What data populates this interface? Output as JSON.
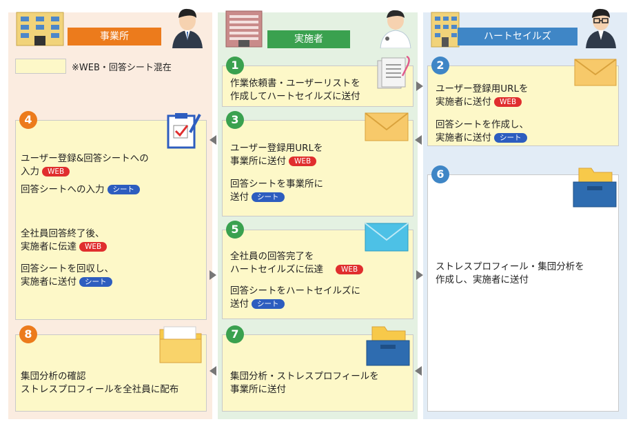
{
  "headers": {
    "office": "事業所",
    "implementer": "実施者",
    "heart_sales": "ハートセイルズ"
  },
  "legend": {
    "text": "※WEB・回答シート混在"
  },
  "badges": {
    "web": "WEB",
    "sheet": "シート"
  },
  "steps": {
    "s1": {
      "num": "1",
      "line1": "作業依頼書・ユーザーリストを",
      "line2": "作成してハートセイルズに送付"
    },
    "s2": {
      "num": "2",
      "line1": "ユーザー登録用URLを",
      "line2": "実施者に送付",
      "line3": "回答シートを作成し、",
      "line4": "実施者に送付"
    },
    "s3": {
      "num": "3",
      "line1": "ユーザー登録用URLを",
      "line2": "事業所に送付",
      "line3": "回答シートを事業所に",
      "line4": "送付"
    },
    "s4": {
      "num": "4",
      "line1": "ユーザー登録&回答シートへの",
      "line2": "入力",
      "line3": "回答シートへの入力",
      "line4": "全社員回答終了後、",
      "line5": "実施者に伝達",
      "line6": "回答シートを回収し、",
      "line7": "実施者に送付"
    },
    "s5": {
      "num": "5",
      "line1": "全社員の回答完了を",
      "line2": "ハートセイルズに伝達",
      "line3": "回答シートをハートセイルズに",
      "line4": "送付"
    },
    "s6": {
      "num": "6",
      "line1": "ストレスプロフィール・集団分析を",
      "line2": "作成し、実施者に送付"
    },
    "s7": {
      "num": "7",
      "line1": "集団分析・ストレスプロフィールを",
      "line2": "事業所に送付"
    },
    "s8": {
      "num": "8",
      "line1": "集団分析の確認",
      "line2": "ストレスプロフィールを全社員に配布"
    }
  },
  "colors": {
    "orange": "#ec7b1c",
    "green": "#3aa14f",
    "blue": "#3f86c6",
    "web_red": "#e02e2e",
    "sheet_blue": "#2d5dbf",
    "box_yellow": "#fdf8c8"
  },
  "icons": [
    "office-building-icon",
    "hospital-building-icon",
    "company-building-icon",
    "businessman-icon",
    "nurse-icon",
    "man-glasses-icon",
    "documents-clip-icon",
    "envelope-icon",
    "mail-icon",
    "clipboard-check-icon",
    "file-box-icon",
    "folder-icon"
  ]
}
